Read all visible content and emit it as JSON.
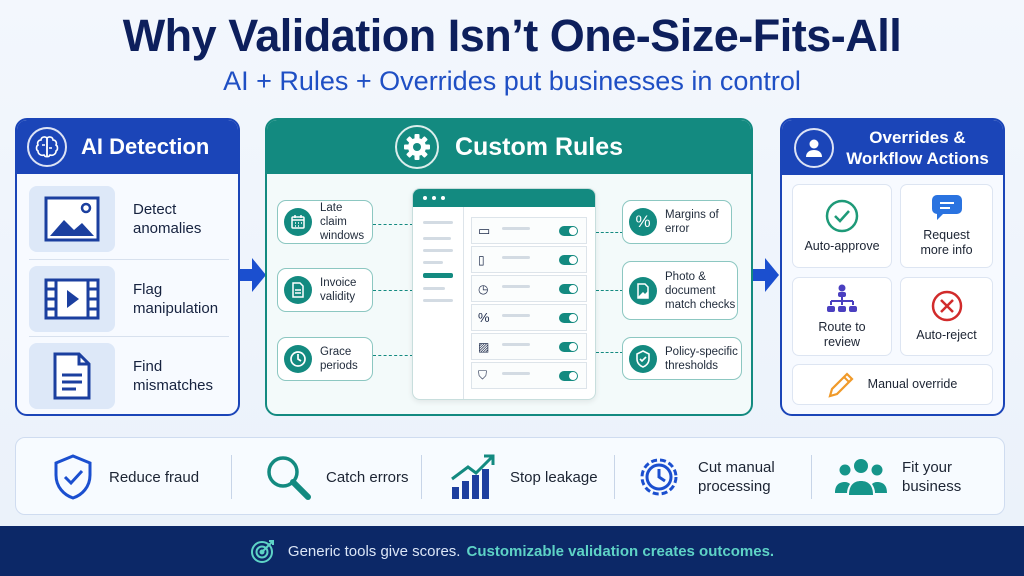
{
  "title": "Why Validation Isn’t One-Size-Fits-All",
  "subtitle": "AI + Rules + Overrides put businesses in control",
  "colors": {
    "navy": "#0d1f5c",
    "blue": "#1b45b8",
    "teal": "#138a80",
    "accent_teal": "#5ed3c6"
  },
  "ai_detection": {
    "title": "AI Detection",
    "icon": "brain-icon",
    "items": [
      {
        "icon": "image-icon",
        "line1": "Detect",
        "line2": "anomalies"
      },
      {
        "icon": "video-icon",
        "line1": "Flag",
        "line2": "manipulation"
      },
      {
        "icon": "document-icon",
        "line1": "Find",
        "line2": "mismatches"
      }
    ]
  },
  "custom_rules": {
    "title": "Custom Rules",
    "icon": "gear-icon",
    "left_rules": [
      {
        "icon": "calendar-icon",
        "line1": "Late claim",
        "line2": "windows"
      },
      {
        "icon": "invoice-icon",
        "line1": "Invoice",
        "line2": "validity"
      },
      {
        "icon": "clock-icon",
        "line1": "Grace",
        "line2": "periods"
      }
    ],
    "right_rules": [
      {
        "icon": "percent-icon",
        "line1": "Margins of",
        "line2": "error"
      },
      {
        "icon": "photo-document-icon",
        "line1": "Photo &",
        "line2": "document",
        "line3": "match checks"
      },
      {
        "icon": "shield-icon",
        "line1": "Policy-specific",
        "line2": "thresholds"
      }
    ],
    "toggles": [
      {
        "icon": "calendar-icon",
        "on": true
      },
      {
        "icon": "document-icon",
        "on": true
      },
      {
        "icon": "clock-icon",
        "on": true
      },
      {
        "icon": "percent-icon",
        "on": true
      },
      {
        "icon": "image-icon",
        "on": true
      },
      {
        "icon": "shield-icon",
        "on": true
      }
    ]
  },
  "overrides": {
    "title_line1": "Overrides &",
    "title_line2": "Workflow Actions",
    "icon": "user-icon",
    "actions": [
      {
        "icon": "check-circle-icon",
        "line1": "Auto-approve",
        "line2": ""
      },
      {
        "icon": "chat-icon",
        "line1": "Request",
        "line2": "more info"
      },
      {
        "icon": "hierarchy-icon",
        "line1": "Route to",
        "line2": "review"
      },
      {
        "icon": "x-circle-icon",
        "line1": "Auto-reject",
        "line2": ""
      }
    ],
    "manual": "Manual override"
  },
  "benefits": [
    {
      "icon": "shield-check-icon",
      "line1": "Reduce fraud",
      "line2": ""
    },
    {
      "icon": "magnifier-icon",
      "line1": "Catch errors",
      "line2": ""
    },
    {
      "icon": "growth-chart-icon",
      "line1": "Stop leakage",
      "line2": ""
    },
    {
      "icon": "gear-clock-icon",
      "line1": "Cut manual",
      "line2": "processing"
    },
    {
      "icon": "team-icon",
      "line1": "Fit your",
      "line2": "business"
    }
  ],
  "footer": {
    "icon": "target-icon",
    "text_plain": "Generic tools give scores.",
    "text_highlight": "Customizable validation creates outcomes."
  }
}
